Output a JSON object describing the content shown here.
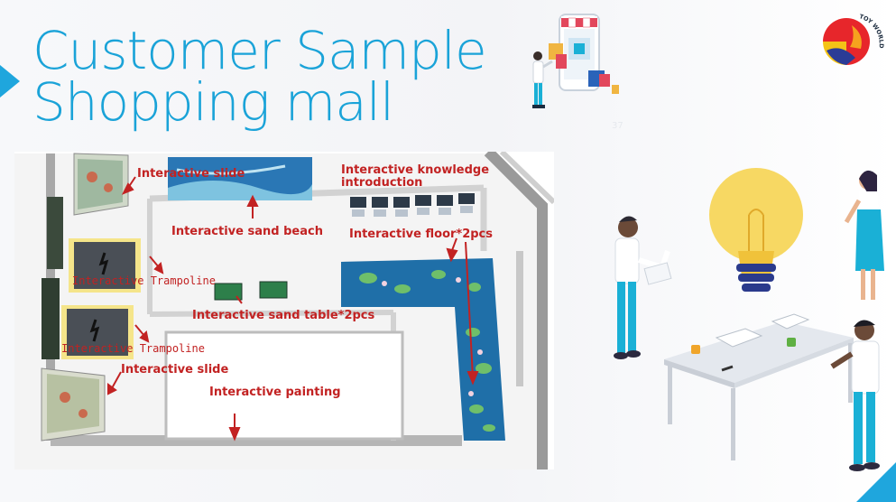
{
  "slide": {
    "title_line1": "Customer Sample",
    "title_line2": "Shopping mall",
    "page_number": "37",
    "brand_text": "TOY WORLDWIDE"
  },
  "floor_plan": {
    "labels": {
      "interactive_slide_top": "Interactive slide",
      "interactive_sand_beach": "Interactive sand beach",
      "interactive_knowledge_line1": "Interactive knowledge",
      "interactive_knowledge_line2": "introduction",
      "interactive_floor": "Interactive floor*2pcs",
      "interactive_trampoline_1": "Interactive Trampoline",
      "interactive_sand_table": "Interactive sand table*2pcs",
      "interactive_trampoline_2": "Interactive Trampoline",
      "interactive_slide_bottom": "Interactive slide",
      "interactive_painting": "Interactive painting"
    }
  },
  "colors": {
    "accent": "#1fa6dd",
    "label_red": "#c22222",
    "bulb_yellow": "#f6d34e",
    "shirt_blue": "#1ab0d6"
  },
  "icons": [
    "shopping-phone-illustration",
    "brand-logo",
    "team-idea-illustration",
    "lightbulb-icon"
  ]
}
